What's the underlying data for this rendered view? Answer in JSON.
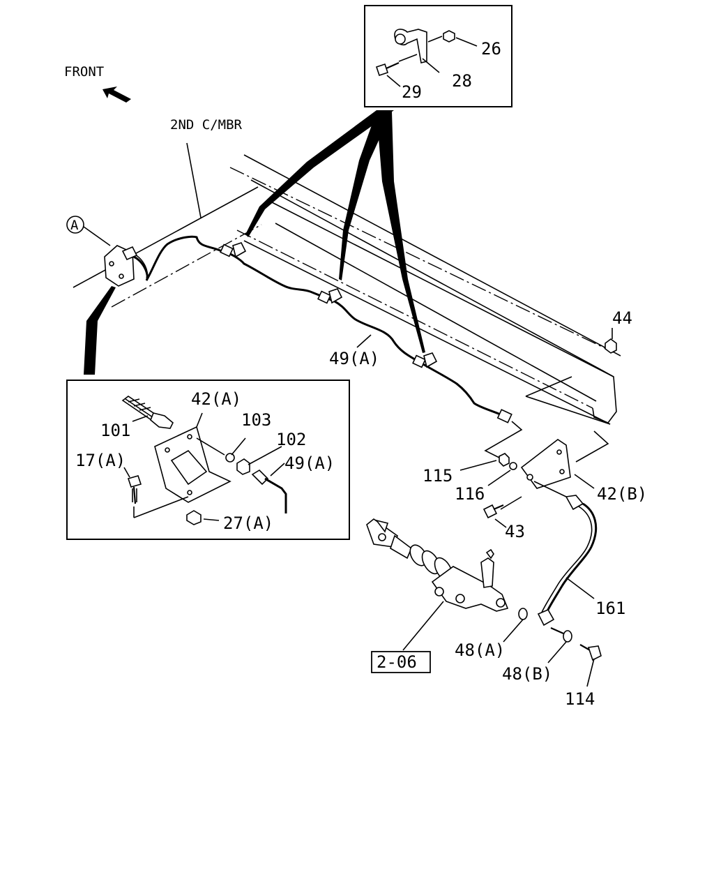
{
  "diagram": {
    "direction_label": "FRONT",
    "member_label": "2ND C/MBR",
    "circle_ref": "A",
    "section_ref": "2-06",
    "inset_top": {
      "callouts": [
        "26",
        "28",
        "29"
      ]
    },
    "inset_left": {
      "callouts": [
        "42(A)",
        "101",
        "103",
        "102",
        "17(A)",
        "49(A)",
        "27(A)"
      ]
    },
    "main_callouts": [
      "49(A)",
      "44",
      "115",
      "116",
      "42(B)",
      "43",
      "161",
      "48(A)",
      "48(B)",
      "114"
    ]
  }
}
